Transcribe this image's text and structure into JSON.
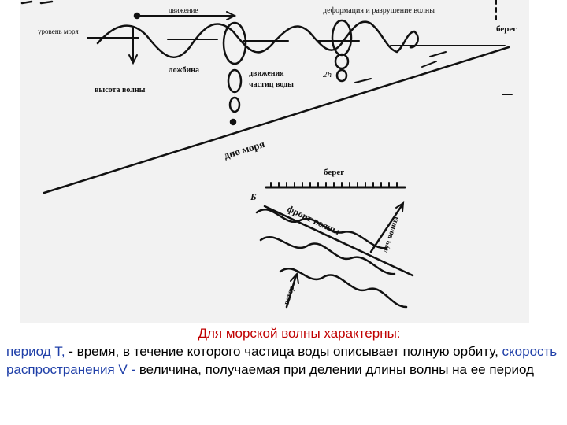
{
  "diagram": {
    "labels": {
      "sea_level": "уровень моря",
      "motion": "движение",
      "deformation": "деформация и разрушение волны",
      "shore_top": "берег",
      "trough": "ложбина",
      "particle_motion_1": "движения",
      "particle_motion_2": "частиц воды",
      "wave_height": "высота волны",
      "two_h": "2h",
      "sea_bottom": "дно моря",
      "shore_bottom": "берег",
      "letter_b": "Б",
      "wave_front": "фронт волны",
      "wave_ray": "луч волны",
      "wind": "ветер"
    }
  },
  "caption": {
    "heading": "Для морской волны характерны:",
    "period_term": "период T,",
    "period_text": " - время, в течение которого частица воды описывает полную орбиту, ",
    "speed_term": "скорость распространения V -",
    "speed_text": " величина, получаемая при делении длины волны на ее период"
  },
  "colors": {
    "panel": "#f2f2f2",
    "ink": "#111111",
    "heading": "#c00000",
    "term": "#1f3fa8"
  }
}
